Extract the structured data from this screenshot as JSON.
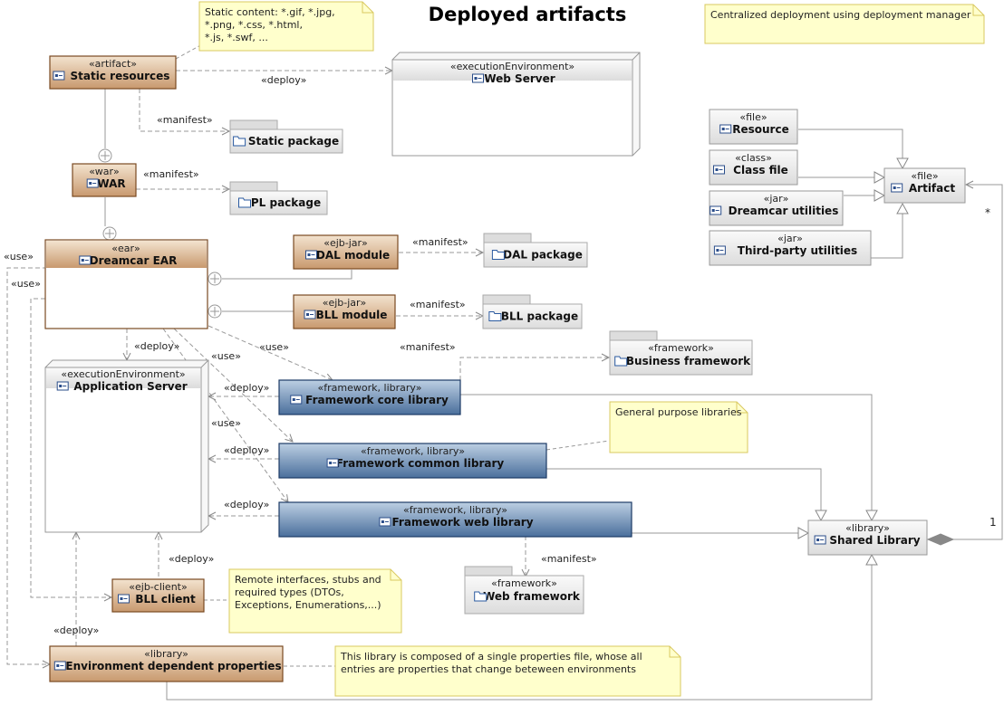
{
  "title": "Deployed artifacts",
  "notes": {
    "static_content": [
      "Static content: *.gif, *.jpg,",
      "*.png, *.css, *.html,",
      "*.js, *.swf, ..."
    ],
    "centralized": [
      "Centralized deployment using deployment manager"
    ],
    "general_purpose": [
      "General purpose libraries"
    ],
    "remote_interfaces": [
      "Remote interfaces, stubs and",
      "required types (DTOs,",
      "Exceptions, Enumerations,...)"
    ],
    "properties_file": [
      "This library is composed of a single properties file, whose all",
      "entries are properties that change beteween environments"
    ]
  },
  "nodes": {
    "static_resources": {
      "stereotype": "«artifact»",
      "name": "Static resources"
    },
    "war": {
      "stereotype": "«war»",
      "name": "WAR"
    },
    "dreamcar_ear": {
      "stereotype": "«ear»",
      "name": "Dreamcar EAR"
    },
    "dal_module": {
      "stereotype": "«ejb-jar»",
      "name": "DAL module"
    },
    "bll_module": {
      "stereotype": "«ejb-jar»",
      "name": "BLL module"
    },
    "bll_client": {
      "stereotype": "«ejb-client»",
      "name": "BLL client"
    },
    "env_props": {
      "stereotype": "«library»",
      "name": "Environment dependent properties"
    },
    "fw_core": {
      "stereotype": "«framework, library»",
      "name": "Framework core library"
    },
    "fw_common": {
      "stereotype": "«framework, library»",
      "name": "Framework common library"
    },
    "fw_web": {
      "stereotype": "«framework, library»",
      "name": "Framework web library"
    },
    "web_server": {
      "stereotype": "«executionEnvironment»",
      "name": "Web Server"
    },
    "app_server": {
      "stereotype": "«executionEnvironment»",
      "name": "Application Server"
    },
    "resource": {
      "stereotype": "«file»",
      "name": "Resource"
    },
    "class_file": {
      "stereotype": "«class»",
      "name": "Class file"
    },
    "dreamcar_utils": {
      "stereotype": "«jar»",
      "name": "Dreamcar utilities"
    },
    "third_party": {
      "stereotype": "«jar»",
      "name": "Third-party utilities"
    },
    "artifact": {
      "stereotype": "«file»",
      "name": "Artifact"
    },
    "shared_library": {
      "stereotype": "«library»",
      "name": "Shared Library"
    }
  },
  "packages": {
    "static_package": {
      "stereotype": "",
      "name": "Static package"
    },
    "pl_package": {
      "stereotype": "",
      "name": "PL package"
    },
    "dal_package": {
      "stereotype": "",
      "name": "DAL package"
    },
    "bll_package": {
      "stereotype": "",
      "name": "BLL package"
    },
    "business_framework": {
      "stereotype": "«framework»",
      "name": "Business framework"
    },
    "web_framework": {
      "stereotype": "«framework»",
      "name": "Web framework"
    }
  },
  "labels": {
    "deploy": "«deploy»",
    "manifest": "«manifest»",
    "use": "«use»",
    "mult_star": "*",
    "mult_one": "1"
  },
  "colors": {
    "artifact_top": "#f0e0cc",
    "artifact_bottom": "#c89a70",
    "artifact_border": "#7a4a22",
    "framework_top": "#b5c9de",
    "framework_bottom": "#4f74a0",
    "framework_border": "#1d3b66",
    "note_fill": "#ffffcc",
    "note_border": "#d9c860",
    "gray_fill": "#eeeeee",
    "gray_border": "#999999"
  }
}
